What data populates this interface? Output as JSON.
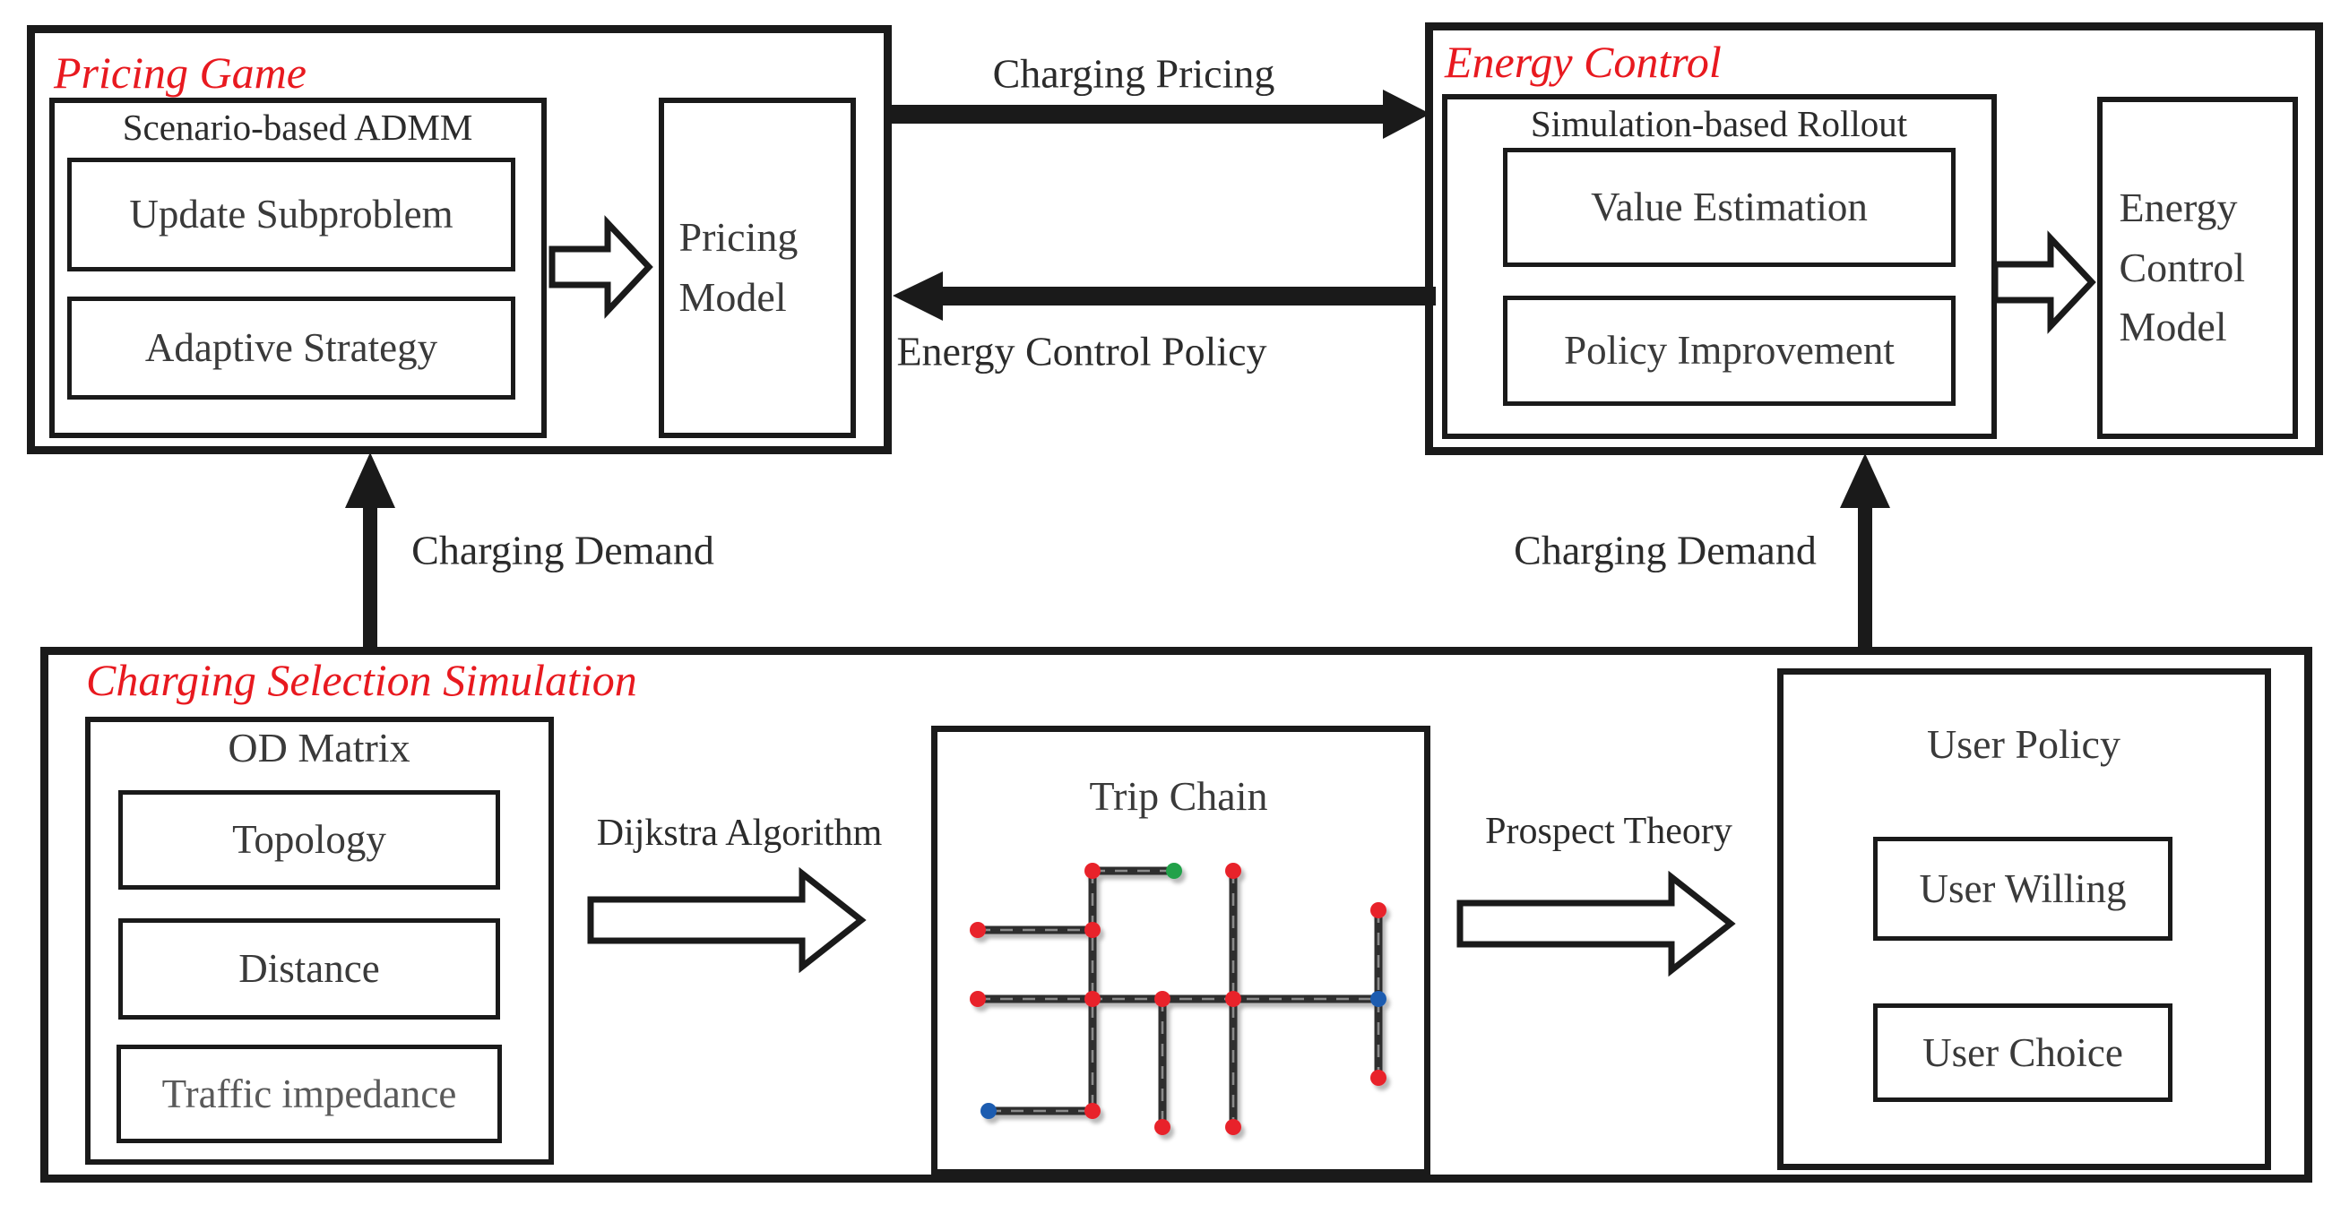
{
  "colors": {
    "line": "#1a1a1a",
    "accent_red": "#e8191f",
    "text_dark": "#3a3a3a",
    "text_gray": "#5a5a5a",
    "road": "#2d2d2d",
    "road_dash": "#8a8a8a",
    "node_red": "#e8202a",
    "node_green": "#22a14a",
    "node_blue": "#1d5bb0"
  },
  "pricing_game": {
    "title": "Pricing Game",
    "admm": {
      "title": "Scenario-based ADMM",
      "update_label": "Update Subproblem",
      "adaptive_label": "Adaptive Strategy"
    },
    "model_label": "Pricing Model"
  },
  "energy_control": {
    "title": "Energy Control",
    "rollout": {
      "title": "Simulation-based Rollout",
      "value_label": "Value Estimation",
      "policy_label": "Policy Improvement"
    },
    "model_label": "Energy Control Model"
  },
  "simulation": {
    "title": "Charging Selection Simulation",
    "od_matrix": {
      "title": "OD Matrix",
      "topology_label": "Topology",
      "distance_label": "Distance",
      "impedance_label": "Traffic impedance"
    },
    "trip_chain": {
      "title": "Trip Chain"
    },
    "user_policy": {
      "title": "User Policy",
      "willing_label": "User Willing",
      "choice_label": "User Choice"
    }
  },
  "flows": {
    "charging_pricing_label": "Charging Pricing",
    "energy_control_policy_label": "Energy Control Policy",
    "charging_demand_left_label": "Charging Demand",
    "charging_demand_right_label": "Charging Demand",
    "dijkstra_label": "Dijkstra Algorithm",
    "prospect_label": "Prospect Theory"
  }
}
